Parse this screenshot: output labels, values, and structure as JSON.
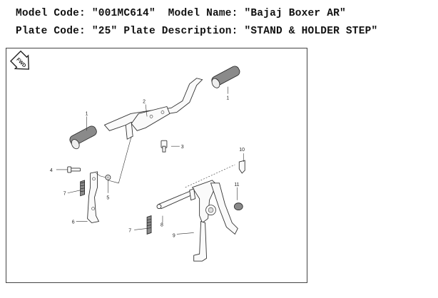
{
  "header": {
    "model_code_label": "Model Code:",
    "model_code_value": "\"001MC614\"",
    "model_name_label": "Model Name:",
    "model_name_value": "\"Bajaj Boxer AR\"",
    "plate_code_label": "Plate Code:",
    "plate_code_value": "\"25\"",
    "plate_description_label": "Plate Description:",
    "plate_description_value": "\"STAND & HOLDER STEP\""
  },
  "diagram": {
    "fwd_label": "FWD",
    "callouts": [
      "1",
      "2",
      "1",
      "3",
      "10",
      "4",
      "7",
      "5",
      "11",
      "6",
      "8",
      "7",
      "9"
    ]
  }
}
